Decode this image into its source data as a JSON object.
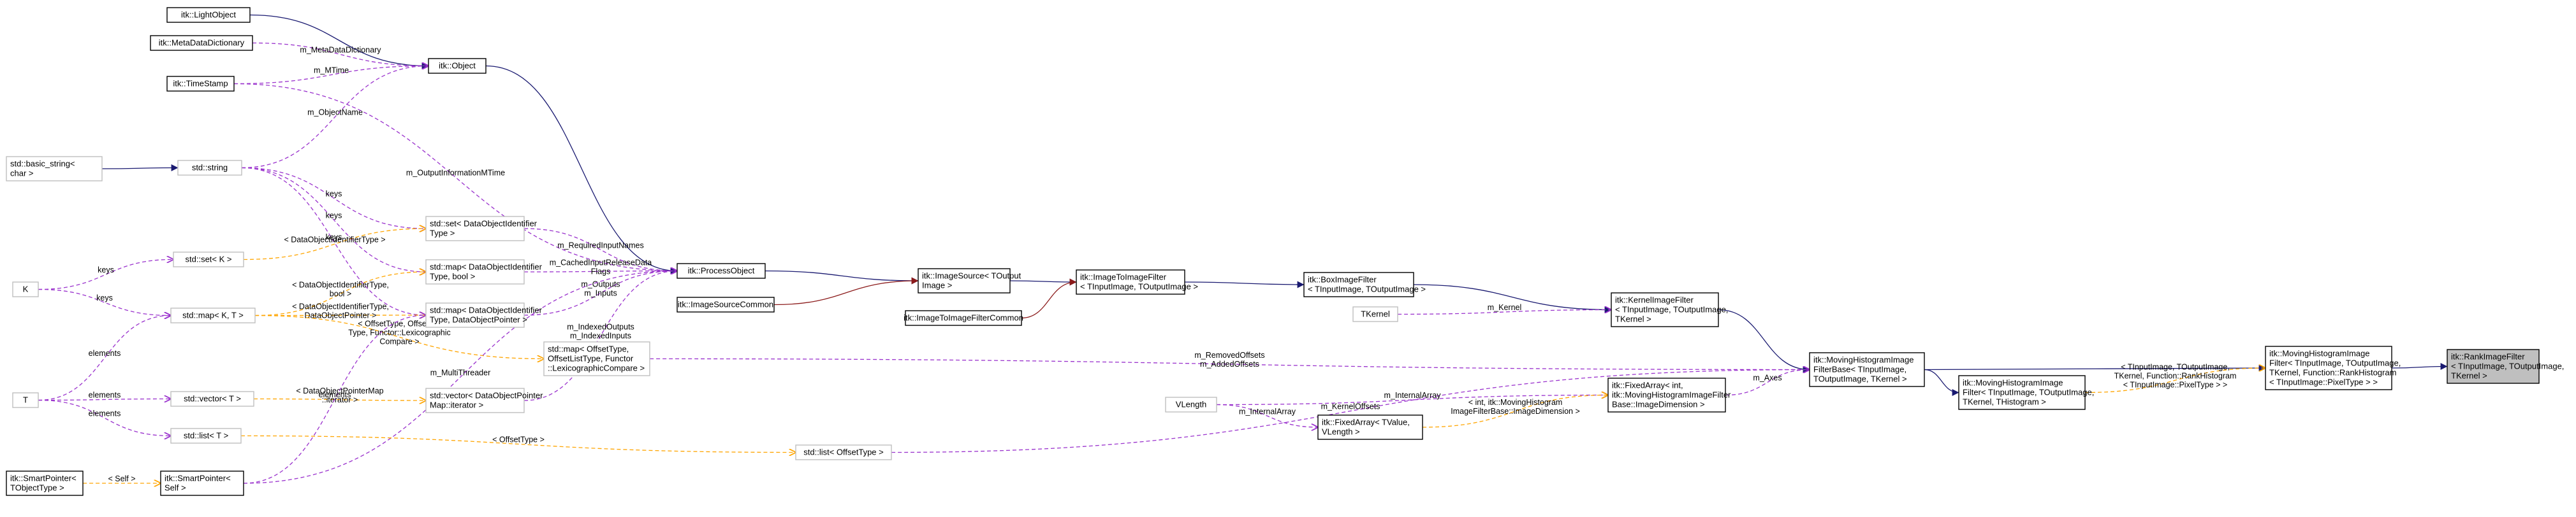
{
  "colors": {
    "inherit": "#191970",
    "private": "#8b1a1a",
    "usage": "#9a32cd",
    "template": "#ffa500",
    "node_fill": "#ffffff",
    "focus_fill": "#bfbfbf",
    "gray_border": "#bfbfbf"
  },
  "nodes": [
    {
      "id": "lightobject",
      "lines": [
        "itk::LightObject"
      ]
    },
    {
      "id": "metadatadict",
      "lines": [
        "itk::MetaDataDictionary"
      ]
    },
    {
      "id": "timestamp",
      "lines": [
        "itk::TimeStamp"
      ]
    },
    {
      "id": "object",
      "lines": [
        "itk::Object"
      ]
    },
    {
      "id": "basic_string",
      "lines": [
        "std::basic_string<",
        "char >"
      ],
      "gray": true
    },
    {
      "id": "string",
      "lines": [
        "std::string"
      ],
      "gray": true
    },
    {
      "id": "set_doi",
      "lines": [
        "std::set< DataObjectIdentifier",
        "Type >"
      ],
      "gray": true
    },
    {
      "id": "map_doi_bool",
      "lines": [
        "std::map< DataObjectIdentifier",
        "Type, bool >"
      ],
      "gray": true
    },
    {
      "id": "map_doi_ptr",
      "lines": [
        "std::map< DataObjectIdentifier",
        "Type, DataObjectPointer >"
      ],
      "gray": true
    },
    {
      "id": "set_k",
      "lines": [
        "std::set< K >"
      ],
      "gray": true
    },
    {
      "id": "k",
      "lines": [
        "K"
      ],
      "gray": true
    },
    {
      "id": "map_kt",
      "lines": [
        "std::map< K, T >"
      ],
      "gray": true
    },
    {
      "id": "t",
      "lines": [
        "T"
      ],
      "gray": true
    },
    {
      "id": "vector_t",
      "lines": [
        "std::vector< T >"
      ],
      "gray": true
    },
    {
      "id": "list_t",
      "lines": [
        "std::list< T >"
      ],
      "gray": true
    },
    {
      "id": "smartptr_t",
      "lines": [
        "itk::SmartPointer<",
        "TObjectType >"
      ]
    },
    {
      "id": "smartptr_self",
      "lines": [
        "itk::SmartPointer<",
        "Self >"
      ]
    },
    {
      "id": "vector_dop",
      "lines": [
        "std::vector< DataObjectPointer",
        "Map::iterator >"
      ],
      "gray": true
    },
    {
      "id": "map_offset",
      "lines": [
        "std::map< OffsetType,",
        "OffsetListType, Functor",
        "::LexicographicCompare >"
      ],
      "gray": true
    },
    {
      "id": "processobject",
      "lines": [
        "itk::ProcessObject"
      ]
    },
    {
      "id": "imagesourcecommon",
      "lines": [
        "itk::ImageSourceCommon"
      ]
    },
    {
      "id": "imagesource",
      "lines": [
        "itk::ImageSource< TOutput",
        "Image >"
      ]
    },
    {
      "id": "imagetoimagefilter",
      "lines": [
        "itk::ImageToImageFilter",
        "< TInputImage, TOutputImage >"
      ]
    },
    {
      "id": "imagetoimagefiltercommon",
      "lines": [
        "itk::ImageToImageFilterCommon"
      ]
    },
    {
      "id": "boximagefilter",
      "lines": [
        "itk::BoxImageFilter",
        "< TInputImage, TOutputImage >"
      ]
    },
    {
      "id": "tkernel",
      "lines": [
        "TKernel"
      ],
      "gray": true
    },
    {
      "id": "kernelimagefilter",
      "lines": [
        "itk::KernelImageFilter",
        "< TInputImage, TOutputImage,",
        "TKernel >"
      ]
    },
    {
      "id": "list_offset",
      "lines": [
        "std::list< OffsetType >"
      ],
      "gray": true
    },
    {
      "id": "vlength",
      "lines": [
        "VLength"
      ],
      "gray": true
    },
    {
      "id": "fixedarray_int",
      "lines": [
        "itk::FixedArray< int,",
        "itk::MovingHistogramImageFilter",
        "Base::ImageDimension >"
      ]
    },
    {
      "id": "fixedarray_tv",
      "lines": [
        "itk::FixedArray< TValue,",
        "VLength >"
      ]
    },
    {
      "id": "mhifbase",
      "lines": [
        "itk::MovingHistogramImage",
        "FilterBase< TInputImage,",
        "TOutputImage, TKernel >"
      ]
    },
    {
      "id": "mhif",
      "lines": [
        "itk::MovingHistogramImage",
        "Filter< TInputImage, TOutputImage,",
        "TKernel, THistogram >"
      ]
    },
    {
      "id": "mhif_rank",
      "lines": [
        "itk::MovingHistogramImage",
        "Filter< TInputImage, TOutputImage,",
        "TKernel, Function::RankHistogram",
        "< TInputImage::PixelType > >"
      ]
    },
    {
      "id": "rankimagefilter",
      "lines": [
        "itk::RankImageFilter",
        "< TInputImage, TOutputImage,",
        "TKernel >"
      ],
      "focus": true
    }
  ],
  "edges": [
    {
      "id": "e1",
      "type": "inherit",
      "from": "lightobject",
      "to": "object"
    },
    {
      "id": "e2",
      "type": "usage",
      "from": "metadatadict",
      "to": "object",
      "label": [
        "m_MetaDataDictionary"
      ]
    },
    {
      "id": "e3",
      "type": "usage",
      "from": "timestamp",
      "to": "object",
      "label": [
        "m_MTime"
      ]
    },
    {
      "id": "e4",
      "type": "inherit",
      "from": "basic_string",
      "to": "string"
    },
    {
      "id": "e5",
      "type": "usage",
      "from": "string",
      "to": "object",
      "label": [
        "m_ObjectName"
      ]
    },
    {
      "id": "e6",
      "type": "inherit",
      "from": "object",
      "to": "processobject"
    },
    {
      "id": "e7",
      "type": "usage",
      "from": "timestamp",
      "to": "processobject",
      "label": [
        "m_OutputInformationMTime"
      ]
    },
    {
      "id": "e8",
      "type": "usage",
      "from": "string",
      "to": "set_doi",
      "label": [
        "keys"
      ]
    },
    {
      "id": "e9",
      "type": "usage",
      "from": "string",
      "to": "map_doi_bool",
      "label": [
        "keys"
      ]
    },
    {
      "id": "e10",
      "type": "usage",
      "from": "string",
      "to": "map_doi_ptr",
      "label": [
        "keys"
      ]
    },
    {
      "id": "e11",
      "type": "usage",
      "from": "set_doi",
      "to": "processobject",
      "label": [
        "m_RequiredInputNames"
      ]
    },
    {
      "id": "e12",
      "type": "usage",
      "from": "map_doi_bool",
      "to": "processobject",
      "label": [
        "m_CachedInputReleaseData",
        "Flags"
      ]
    },
    {
      "id": "e13",
      "type": "usage",
      "from": "map_doi_ptr",
      "to": "processobject",
      "label": [
        "m_Outputs",
        "m_Inputs"
      ]
    },
    {
      "id": "e14",
      "type": "template",
      "from": "set_k",
      "to": "set_doi",
      "label": [
        "< DataObjectIdentifierType >"
      ]
    },
    {
      "id": "e15",
      "type": "usage",
      "from": "k",
      "to": "set_k",
      "label": [
        "keys"
      ]
    },
    {
      "id": "e16",
      "type": "usage",
      "from": "k",
      "to": "map_kt",
      "label": [
        "keys"
      ]
    },
    {
      "id": "e17",
      "type": "template",
      "from": "map_kt",
      "to": "map_doi_bool",
      "label": [
        "< DataObjectIdentifierType,",
        "bool >"
      ]
    },
    {
      "id": "e18",
      "type": "template",
      "from": "map_kt",
      "to": "map_doi_ptr",
      "label": [
        "< DataObjectIdentifierType,",
        "DataObjectPointer >"
      ]
    },
    {
      "id": "e19",
      "type": "template",
      "from": "map_kt",
      "to": "map_offset",
      "label": [
        "< OffsetType, OffsetList",
        "Type, Functor::Lexicographic",
        "Compare >"
      ]
    },
    {
      "id": "e20",
      "type": "usage",
      "from": "t",
      "to": "map_kt",
      "label": [
        "elements"
      ]
    },
    {
      "id": "e21",
      "type": "usage",
      "from": "t",
      "to": "vector_t",
      "label": [
        "elements"
      ]
    },
    {
      "id": "e22",
      "type": "usage",
      "from": "t",
      "to": "list_t",
      "label": [
        "elements"
      ]
    },
    {
      "id": "e23",
      "type": "template",
      "from": "vector_t",
      "to": "vector_dop",
      "label": [
        "< DataObjectPointerMap",
        "::iterator >"
      ]
    },
    {
      "id": "e24",
      "type": "template",
      "from": "smartptr_t",
      "to": "smartptr_self",
      "label": [
        "< Self >"
      ]
    },
    {
      "id": "e25",
      "type": "usage",
      "from": "smartptr_self",
      "to": "map_doi_ptr",
      "label": [
        "elements"
      ]
    },
    {
      "id": "e26",
      "type": "usage",
      "from": "smartptr_self",
      "to": "processobject",
      "label": [
        "m_MultiThreader"
      ]
    },
    {
      "id": "e27",
      "type": "usage",
      "from": "vector_dop",
      "to": "processobject",
      "label": [
        "m_IndexedOutputs",
        "m_IndexedInputs"
      ]
    },
    {
      "id": "e28",
      "type": "inherit",
      "from": "processobject",
      "to": "imagesource"
    },
    {
      "id": "e29",
      "type": "private",
      "from": "imagesourcecommon",
      "to": "imagesource"
    },
    {
      "id": "e30",
      "type": "inherit",
      "from": "imagesource",
      "to": "imagetoimagefilter"
    },
    {
      "id": "e31",
      "type": "private",
      "from": "imagetoimagefiltercommon",
      "to": "imagetoimagefilter"
    },
    {
      "id": "e32",
      "type": "inherit",
      "from": "imagetoimagefilter",
      "to": "boximagefilter"
    },
    {
      "id": "e33",
      "type": "inherit",
      "from": "boximagefilter",
      "to": "kernelimagefilter"
    },
    {
      "id": "e34",
      "type": "usage",
      "from": "tkernel",
      "to": "kernelimagefilter",
      "label": [
        "m_Kernel"
      ]
    },
    {
      "id": "e35",
      "type": "inherit",
      "from": "kernelimagefilter",
      "to": "mhifbase"
    },
    {
      "id": "e36",
      "type": "usage",
      "from": "map_offset",
      "to": "mhifbase",
      "label": [
        "m_RemovedOffsets",
        "m_AddedOffsets"
      ]
    },
    {
      "id": "e37",
      "type": "template",
      "from": "list_t",
      "to": "list_offset",
      "label": [
        "< OffsetType >"
      ]
    },
    {
      "id": "e38",
      "type": "usage",
      "from": "list_offset",
      "to": "mhifbase",
      "label": [
        "m_KernelOffsets"
      ]
    },
    {
      "id": "e39",
      "type": "usage",
      "from": "vlength",
      "to": "fixedarray_int",
      "label": [
        "m_InternalArray"
      ]
    },
    {
      "id": "e40",
      "type": "usage",
      "from": "vlength",
      "to": "fixedarray_tv",
      "label": [
        "m_InternalArray"
      ]
    },
    {
      "id": "e41",
      "type": "template",
      "from": "fixedarray_tv",
      "to": "fixedarray_int",
      "label": [
        "< int, itk::MovingHistogram",
        "ImageFilterBase::ImageDimension >"
      ]
    },
    {
      "id": "e42",
      "type": "usage",
      "from": "fixedarray_int",
      "to": "mhifbase",
      "label": [
        "m_Axes"
      ]
    },
    {
      "id": "e43",
      "type": "inherit",
      "from": "mhifbase",
      "to": "mhif"
    },
    {
      "id": "e44",
      "type": "inherit",
      "from": "mhifbase",
      "to": "mhif_rank"
    },
    {
      "id": "e45",
      "type": "template",
      "from": "mhif",
      "to": "mhif_rank",
      "label": [
        "< TInputImage, TOutputImage,",
        "TKernel, Function::RankHistogram",
        "< TInputImage::PixelType > >"
      ]
    },
    {
      "id": "e46",
      "type": "inherit",
      "from": "mhif_rank",
      "to": "rankimagefilter"
    }
  ]
}
